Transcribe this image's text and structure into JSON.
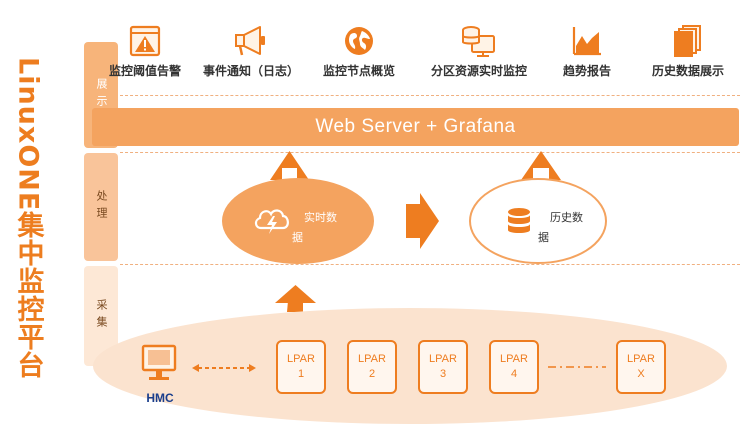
{
  "title": "LinuxONE集中监控平台",
  "layers": {
    "display": "展示",
    "process": "处理",
    "collect": "采集"
  },
  "top_items": [
    {
      "label": "监控阈值告警",
      "icon": "warning-window-icon"
    },
    {
      "label": "事件通知（日志）",
      "icon": "megaphone-icon"
    },
    {
      "label": "监控节点概览",
      "icon": "globe-icon"
    },
    {
      "label": "分区资源实时监控",
      "icon": "database-monitor-icon"
    },
    {
      "label": "趋势报告",
      "icon": "area-chart-icon"
    },
    {
      "label": "历史数据展示",
      "icon": "documents-icon"
    }
  ],
  "web_server": "Web  Server + Grafana",
  "realtime": {
    "line1": "实时数",
    "line2": "据"
  },
  "history": {
    "line1": "历史数",
    "line2": "据"
  },
  "hmc": "HMC",
  "lpars": [
    {
      "name": "LPAR",
      "num": "1"
    },
    {
      "name": "LPAR",
      "num": "2"
    },
    {
      "name": "LPAR",
      "num": "3"
    },
    {
      "name": "LPAR",
      "num": "4"
    },
    {
      "name": "LPAR",
      "num": "X"
    }
  ],
  "colors": {
    "accent": "#ee7d20",
    "light": "#f4a35f",
    "pale": "#fde8d6"
  }
}
